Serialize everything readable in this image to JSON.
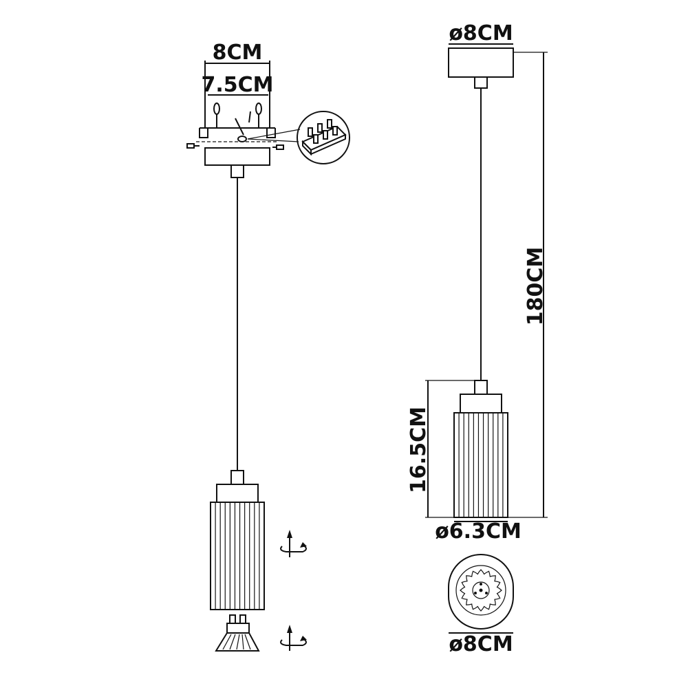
{
  "drawing": {
    "left_view": {
      "canopy_width_outer": "8CM",
      "canopy_width_inner": "7.5CM"
    },
    "right_view": {
      "canopy_diameter": "ø8CM",
      "cable_length": "180CM",
      "shade_height": "16.5CM",
      "shade_diameter": "ø6.3CM",
      "bottom_diameter": "ø8CM"
    }
  },
  "colors": {
    "line": "#111111",
    "background": "#ffffff"
  },
  "icons": [
    "terminal-block-icon",
    "rotate-arrow-icon",
    "gu10-bulb-icon",
    "screw-icon"
  ]
}
